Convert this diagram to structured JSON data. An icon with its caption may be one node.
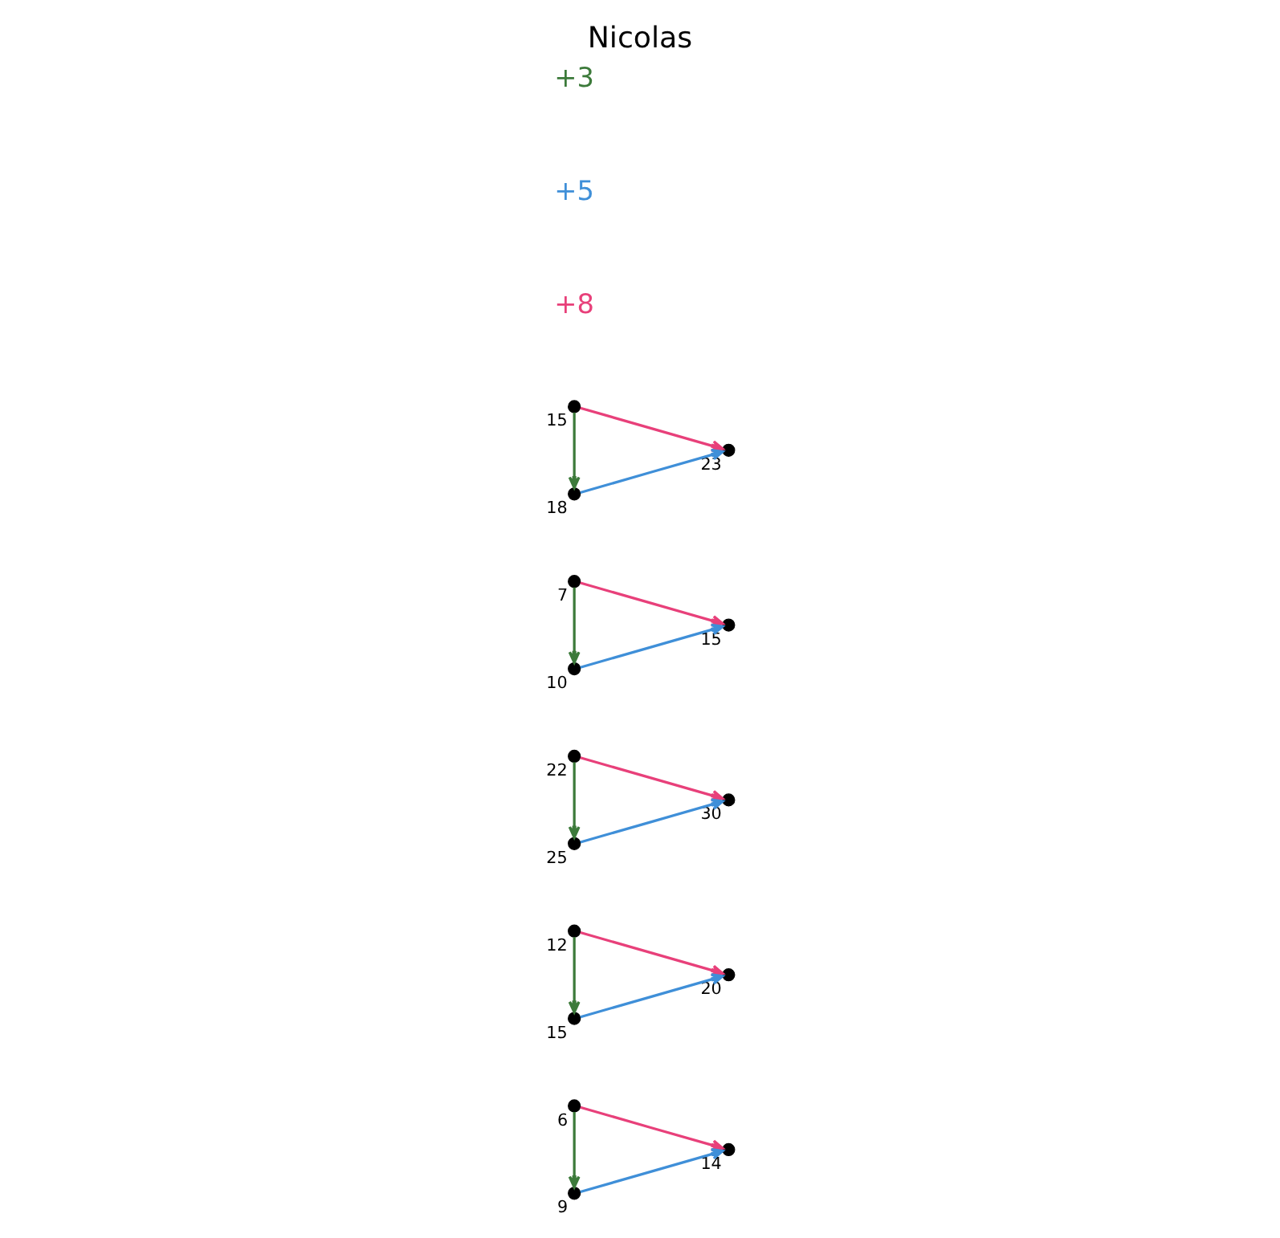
{
  "diagram": {
    "title": "Nicolas",
    "nodes": [
      {
        "text": [],
        "shape": "circle",
        "beside": [
          "6"
        ]
      },
      {
        "text": [],
        "shape": "circle",
        "beside": [
          "14"
        ]
      },
      {
        "text": [],
        "shape": "circle",
        "beside": [
          "9"
        ]
      },
      {
        "text": [],
        "shape": "circle",
        "beside": [
          "12"
        ]
      },
      {
        "text": [],
        "shape": "circle",
        "beside": [
          "20"
        ]
      },
      {
        "text": [],
        "shape": "circle",
        "beside": [
          "15"
        ]
      },
      {
        "text": [],
        "shape": "circle",
        "beside": [
          "22"
        ]
      },
      {
        "text": [],
        "shape": "circle",
        "beside": [
          "30"
        ]
      },
      {
        "text": [],
        "shape": "circle",
        "beside": [
          "25"
        ]
      },
      {
        "text": [],
        "shape": "circle",
        "beside": [
          "7"
        ]
      },
      {
        "text": [],
        "shape": "circle",
        "beside": [
          "15"
        ]
      },
      {
        "text": [],
        "shape": "circle",
        "beside": [
          "10"
        ]
      },
      {
        "text": [],
        "shape": "circle",
        "beside": [
          "15"
        ]
      },
      {
        "text": [],
        "shape": "circle",
        "beside": [
          "23"
        ]
      },
      {
        "text": [],
        "shape": "circle",
        "beside": [
          "18"
        ]
      }
    ],
    "edges": [
      {
        "from": 0,
        "to": 1,
        "arrow": "to",
        "color": "#e8407a"
      },
      {
        "from": 0,
        "to": 2,
        "arrow": "to",
        "color": "#3c7a3a"
      },
      {
        "from": 2,
        "to": 1,
        "arrow": "to",
        "color": "#3f8fd8"
      },
      {
        "from": 3,
        "to": 4,
        "arrow": "to",
        "color": "#e8407a"
      },
      {
        "from": 3,
        "to": 5,
        "arrow": "to",
        "color": "#3c7a3a"
      },
      {
        "from": 5,
        "to": 4,
        "arrow": "to",
        "color": "#3f8fd8"
      },
      {
        "from": 6,
        "to": 7,
        "arrow": "to",
        "color": "#e8407a"
      },
      {
        "from": 6,
        "to": 8,
        "arrow": "to",
        "color": "#3c7a3a"
      },
      {
        "from": 8,
        "to": 7,
        "arrow": "to",
        "color": "#3f8fd8"
      },
      {
        "from": 9,
        "to": 10,
        "arrow": "to",
        "color": "#e8407a"
      },
      {
        "from": 9,
        "to": 11,
        "arrow": "to",
        "color": "#3c7a3a"
      },
      {
        "from": 11,
        "to": 10,
        "arrow": "to",
        "color": "#3f8fd8"
      },
      {
        "from": 12,
        "to": 13,
        "arrow": "to",
        "color": "#e8407a"
      },
      {
        "from": 12,
        "to": 14,
        "arrow": "to",
        "color": "#3c7a3a"
      },
      {
        "from": 14,
        "to": 13,
        "arrow": "to",
        "color": "#3f8fd8"
      }
    ],
    "legend": [
      {
        "text": "+3",
        "color": "#3c7a3a"
      },
      {
        "text": "+5",
        "color": "#3f8fd8"
      },
      {
        "text": "+8",
        "color": "#e8407a"
      }
    ]
  }
}
